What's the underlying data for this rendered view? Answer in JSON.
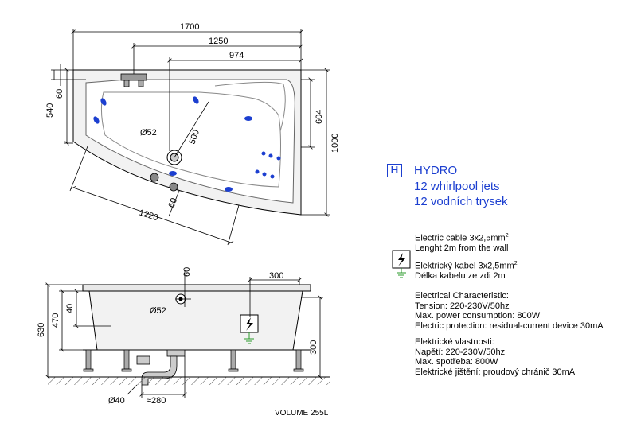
{
  "colors": {
    "accent": "#1c3fd0",
    "jet": "#1c3fd0",
    "line": "#000000",
    "tub_fill": "#f2f2f2"
  },
  "top_view": {
    "dim_total_width": "1700",
    "dim_mid_width": "1250",
    "dim_inner_width": "974",
    "dim_left_offset": "60",
    "dim_left_depth": "540",
    "dim_right_inner": "604",
    "dim_right_total": "1000",
    "dim_drain": "Ø52",
    "dim_diag": "500",
    "dim_bottom": "1220",
    "dim_bottom_offset": "60"
  },
  "side_view": {
    "dim_top_offset": "60",
    "dim_top_width": "300",
    "dim_total_height": "630",
    "dim_body_height": "470",
    "dim_rim": "40",
    "dim_drain": "Ø52",
    "dim_leg_height": "300",
    "dim_waste": "Ø40",
    "dim_waste_offset": "≈280"
  },
  "hydro": {
    "badge": "H",
    "title": "HYDRO",
    "line1": "12 whirlpool jets",
    "line2": "12 vodních trysek"
  },
  "electric": {
    "cable_en": "Electric cable 3x2,5mm",
    "cable_en_sup": "2",
    "length_en": "Lenght 2m from the wall",
    "cable_cz": "Elektrický kabel 3x2,5mm",
    "cable_cz_sup": "2",
    "length_cz": "Délka kabelu ze zdi 2m"
  },
  "characteristics_en": {
    "heading": "Electrical Characteristic:",
    "tension": "Tension: 220-230V/50hz",
    "power": "Max. power consumption: 800W",
    "protection": "Electric protection: residual-current device 30mA"
  },
  "characteristics_cz": {
    "heading": "Elektrické vlastnosti:",
    "voltage": "Napětí: 220-230V/50hz",
    "power": "Max. spotřeba: 800W",
    "protection": "Elektrické jištění: proudový chránič 30mA"
  },
  "volume": "VOLUME 255L"
}
